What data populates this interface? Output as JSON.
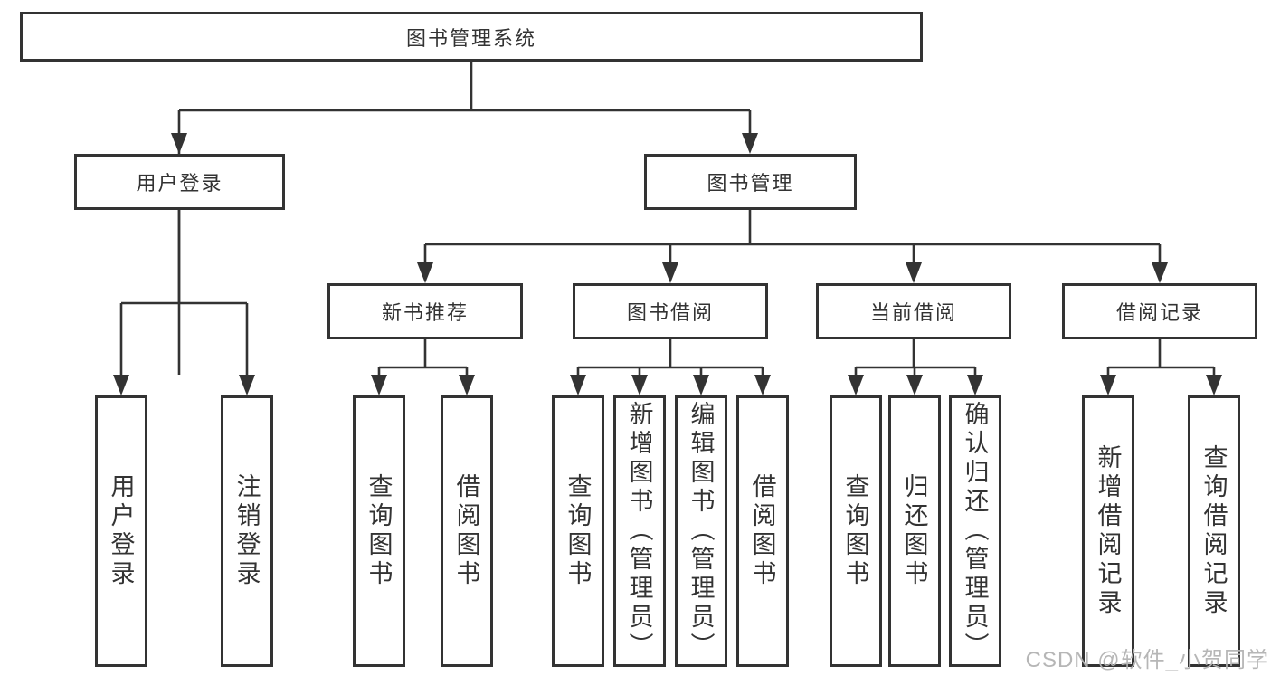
{
  "tree": {
    "root": {
      "label": "图书管理系统",
      "children": [
        {
          "label": "用户登录",
          "children": [
            {
              "label": "用户登录"
            },
            {
              "label": "注销登录"
            }
          ]
        },
        {
          "label": "图书管理",
          "children": [
            {
              "label": "新书推荐",
              "children": [
                {
                  "label": "查询图书"
                },
                {
                  "label": "借阅图书"
                }
              ]
            },
            {
              "label": "图书借阅",
              "children": [
                {
                  "label": "查询图书"
                },
                {
                  "label": "新增图书（管理员）"
                },
                {
                  "label": "编辑图书（管理员）"
                },
                {
                  "label": "借阅图书"
                }
              ]
            },
            {
              "label": "当前借阅",
              "children": [
                {
                  "label": "查询图书"
                },
                {
                  "label": "归还图书"
                },
                {
                  "label": "确认归还（管理员）"
                }
              ]
            },
            {
              "label": "借阅记录",
              "children": [
                {
                  "label": "新增借阅记录"
                },
                {
                  "label": "查询借阅记录"
                }
              ]
            }
          ]
        }
      ]
    }
  },
  "watermark": {
    "text": "CSDN @软件_小贺同学"
  },
  "colors": {
    "line": "#333333",
    "text": "#333333",
    "box_fill": "#ffffff",
    "watermark": "#b3b3b3",
    "background": "#ffffff"
  }
}
